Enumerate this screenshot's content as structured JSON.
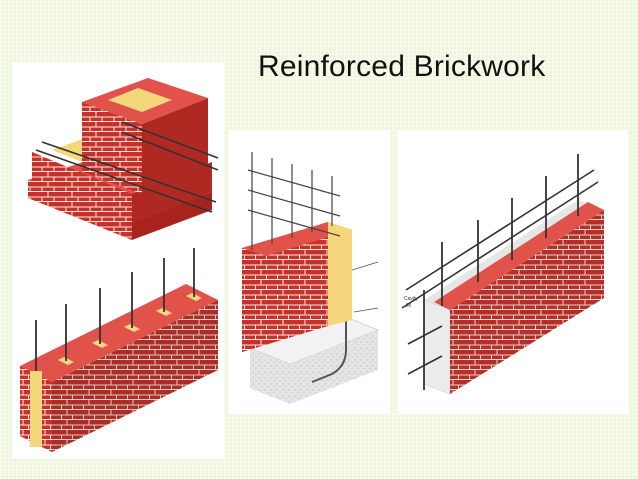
{
  "slide": {
    "title": "Reinforced Brickwork"
  },
  "illustrations": [
    {
      "name": "reinforced-brick-pier-junction",
      "labels": []
    },
    {
      "name": "pocket-type-reinforced-wall",
      "labels": []
    },
    {
      "name": "reinforced-retaining-wall-with-footing",
      "labels": []
    },
    {
      "name": "grouted-cavity-reinforced-wall",
      "labels": [
        "Cavity",
        "fill"
      ]
    }
  ],
  "colors": {
    "background": "#eef7dc",
    "brick_front": "#c8312a",
    "brick_top": "#e0524a",
    "mortar": "#f4ebe4",
    "grout_fill": "#f3d77a",
    "steel": "#333333",
    "concrete": "#e2e2e2"
  }
}
